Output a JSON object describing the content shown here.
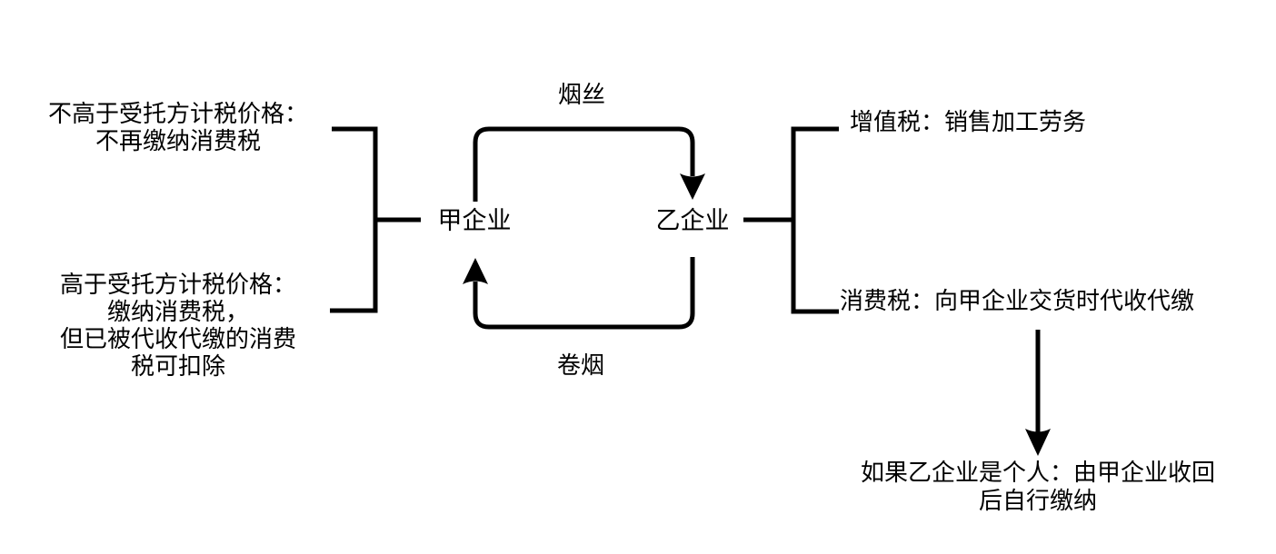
{
  "colors": {
    "background": "#ffffff",
    "ink": "#000000"
  },
  "diagram": {
    "entity_a": "甲企业",
    "entity_b": "乙企业",
    "flow_top_label": "烟丝",
    "flow_bottom_label": "卷烟",
    "left_notes": {
      "not_above_price": "不高于受托方计税价格：\n不再缴纳消费税",
      "above_price": "高于受托方计税价格：\n缴纳消费税，\n但已被代收代缴的消费\n税可扣除"
    },
    "right_notes": {
      "vat": "增值税：销售加工劳务",
      "consumption_tax": "消费税：向甲企业交货时代收代缴",
      "individual_case": "如果乙企业是个人：由甲企业收回\n后自行缴纳"
    }
  }
}
